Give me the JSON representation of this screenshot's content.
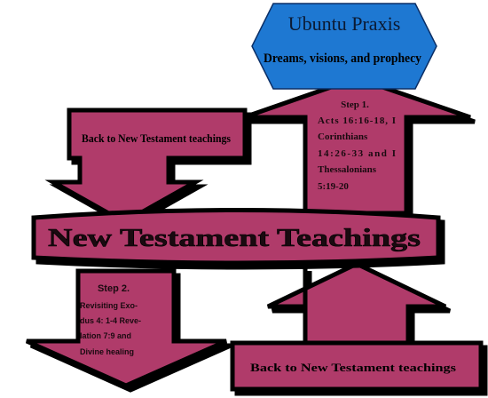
{
  "colors": {
    "arrow_fill": "#b03a6a",
    "arrow_stroke": "#000000",
    "hexagon_fill": "#1e78d2",
    "hexagon_stroke": "#0b2f66",
    "text_dark": "#1a0a10"
  },
  "hexagon": {
    "title": "Ubuntu Praxis",
    "subtitle": "Dreams, visions, and prophecy"
  },
  "banner": {
    "label": "New Testament Teachings"
  },
  "step1": {
    "heading": "Step 1.",
    "lines": [
      "Acts 16:16-18, I",
      "Corinthians",
      "14:26-33 and I",
      "Thessalonians",
      "5:19-20"
    ]
  },
  "step2": {
    "heading": "Step 2.",
    "lines": [
      "Revisiting Exo-",
      "dus 4: 1-4 Reve-",
      "lation 7:9 and",
      "Divine healing"
    ]
  },
  "back_top": {
    "label": "Back to New Testament teachings"
  },
  "back_bottom": {
    "label": "Back to New Testament teachings"
  }
}
